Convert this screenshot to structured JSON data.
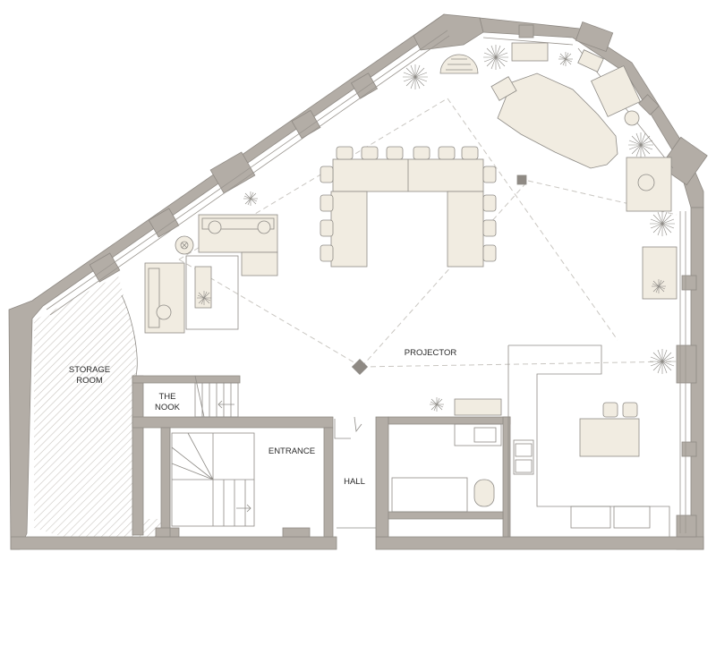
{
  "rooms": {
    "storage_room_line1": "STORAGE",
    "storage_room_line2": "ROOM",
    "nook_line1": "THE",
    "nook_line2": "NOOK",
    "entrance": "ENTRANCE",
    "hall": "HALL",
    "projector": "PROJECTOR"
  },
  "colors": {
    "wall": "#b3ada6",
    "furniture": "#f1ece1",
    "storage_hatch": "#c9c5c0",
    "background": "#ffffff"
  }
}
